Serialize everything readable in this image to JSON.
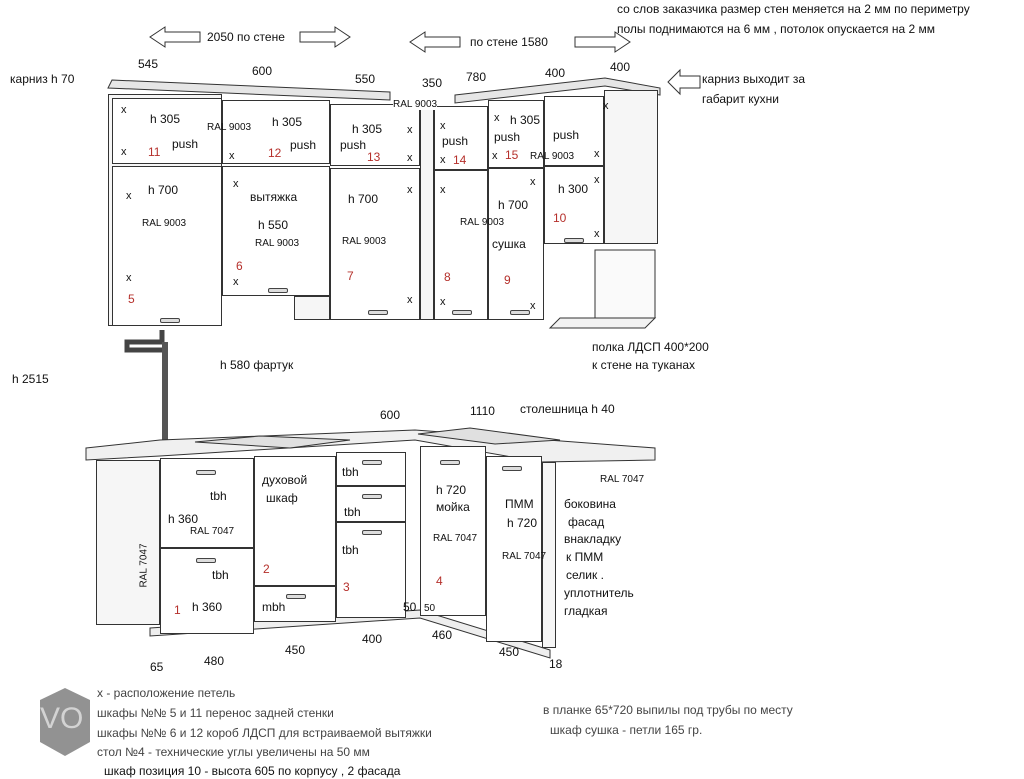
{
  "notes_top": [
    "со слов заказчика размер стен меняется на 2 мм по периметру",
    "полы поднимаются на 6 мм , потолок опускается на 2 мм"
  ],
  "wall_left": "2050 по стене",
  "wall_right": "по стене  1580",
  "top_dims": [
    "545",
    "600",
    "550",
    "350",
    "780",
    "400",
    "400"
  ],
  "cornice": "карниз h 70",
  "cornice_out": [
    "карниз выходит за",
    "габарит кухни"
  ],
  "top_ral": "RAL 9003",
  "upper": {
    "h305": "h 305",
    "push": "push",
    "ral": "RAL 9003",
    "h700": "h 700",
    "h550": "h 550",
    "h300": "h 300",
    "hood": "вытяжка",
    "dryer": "сушка",
    "nums": [
      "11",
      "12",
      "13",
      "14",
      "15",
      "5",
      "6",
      "7",
      "8",
      "9",
      "10"
    ]
  },
  "shelf": [
    "полка ЛДСП 400*200",
    "к стене на туканах"
  ],
  "apron": "h 580  фартук",
  "height_total": "h 2515",
  "counter": {
    "d600": "600",
    "d1110": "1110",
    "label": "столешница h 40"
  },
  "lower": {
    "tbh": "tbh",
    "h360": "h 360",
    "ral": "RAL 7047",
    "oven": [
      "духовой",
      "шкаф"
    ],
    "mbh": "mbh",
    "h720": "h 720",
    "sink": "мойка",
    "dishwasher": "ПММ",
    "nums": [
      "1",
      "2",
      "3",
      "4"
    ],
    "side": [
      "боковина",
      "фасад",
      "внакладку",
      "к  ПММ",
      "селик .",
      "уплотнитель",
      "гладкая"
    ],
    "d50": "50"
  },
  "bottom_dims": [
    "65",
    "480",
    "450",
    "400",
    "460",
    "450",
    "18"
  ],
  "hinge_mark": "x",
  "notes_bottom": [
    "х - расположение петель",
    "шкафы №№ 5 и 11  перенос задней стенки",
    "шкафы №№ 6 и 12 короб ЛДСП для встраиваемой вытяжки",
    "стол №4 - технические углы увеличены на 50 мм",
    "шкаф позиция 10 - высота 605 по корпусу , 2  фасада"
  ],
  "notes_right": [
    "в планке 65*720 выпилы под  трубы по месту",
    "шкаф сушка - петли 165 гр."
  ],
  "logo": "EVO"
}
